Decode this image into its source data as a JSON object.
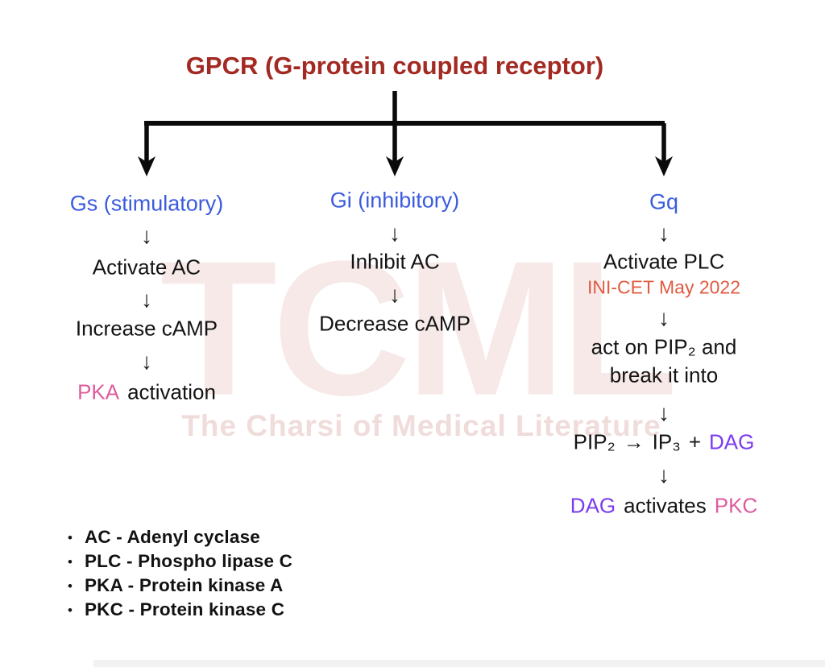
{
  "title": {
    "text": "GPCR (G-protein coupled receptor)",
    "color": "#a32a22"
  },
  "watermark": {
    "big": "TCML",
    "tagline": "The Charsi of Medical Literature"
  },
  "symbols": {
    "down_arrow": "↓",
    "bullet": "•"
  },
  "branch_gs": {
    "header": "Gs (stimulatory)",
    "step1": "Activate AC",
    "step2": "Increase cAMP",
    "step3_highlight": "PKA",
    "step3_rest": "activation"
  },
  "branch_gi": {
    "header": "Gi (inhibitory)",
    "step1": "Inhibit AC",
    "step2": "Decrease cAMP"
  },
  "branch_gq": {
    "header": "Gq",
    "step1": "Activate PLC",
    "exam_tag": "INI-CET May 2022",
    "step2_line1": "act on PIP₂ and",
    "step2_line2": "break it into",
    "step3_pip2": "PIP₂",
    "step3_arrow": "→",
    "step3_ip3": "IP₃",
    "step3_plus": "+",
    "step3_dag": "DAG",
    "step4_dag": "DAG",
    "step4_mid": "activates",
    "step4_pkc": "PKC"
  },
  "legend": {
    "items": [
      "AC - Adenyl cyclase",
      "PLC - Phospho lipase C",
      "PKA - Protein kinase A",
      "PKC - Protein kinase C"
    ]
  },
  "colors": {
    "title_red": "#a32a22",
    "branch_blue": "#3b5bde",
    "highlight_pink": "#de5c9d",
    "highlight_purple": "#7b3bef",
    "exam_orange": "#df5b40",
    "watermark_pink": "#f6e9e8",
    "text_black": "#141414"
  }
}
